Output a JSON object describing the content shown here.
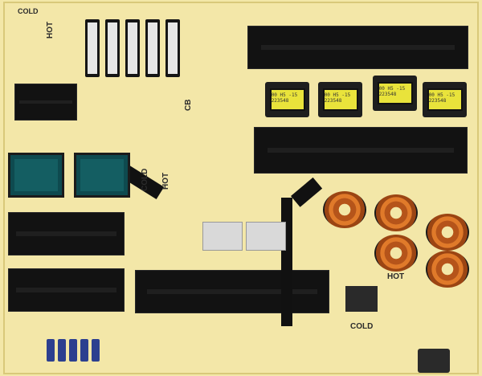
{
  "board_labels": {
    "cold_top_left": "COLD",
    "hot_top_left": "HOT",
    "cb": "CB",
    "hot_middle": "HOT",
    "cold_middle": "COLD",
    "hot_right": "HOT",
    "cold_bottom": "COLD"
  },
  "transformer_labels": [
    "00 H5 -15 223548",
    "00 H5 -15 223548",
    "00 H5 -15 223548",
    "00 H5 -15 223548"
  ],
  "colors": {
    "board": "#f3e7a8",
    "heatsink": "#121212",
    "transformer_core": "#e9e33b",
    "coil_copper": "#e07a2a",
    "choke_teal": "#0e4a4f"
  }
}
